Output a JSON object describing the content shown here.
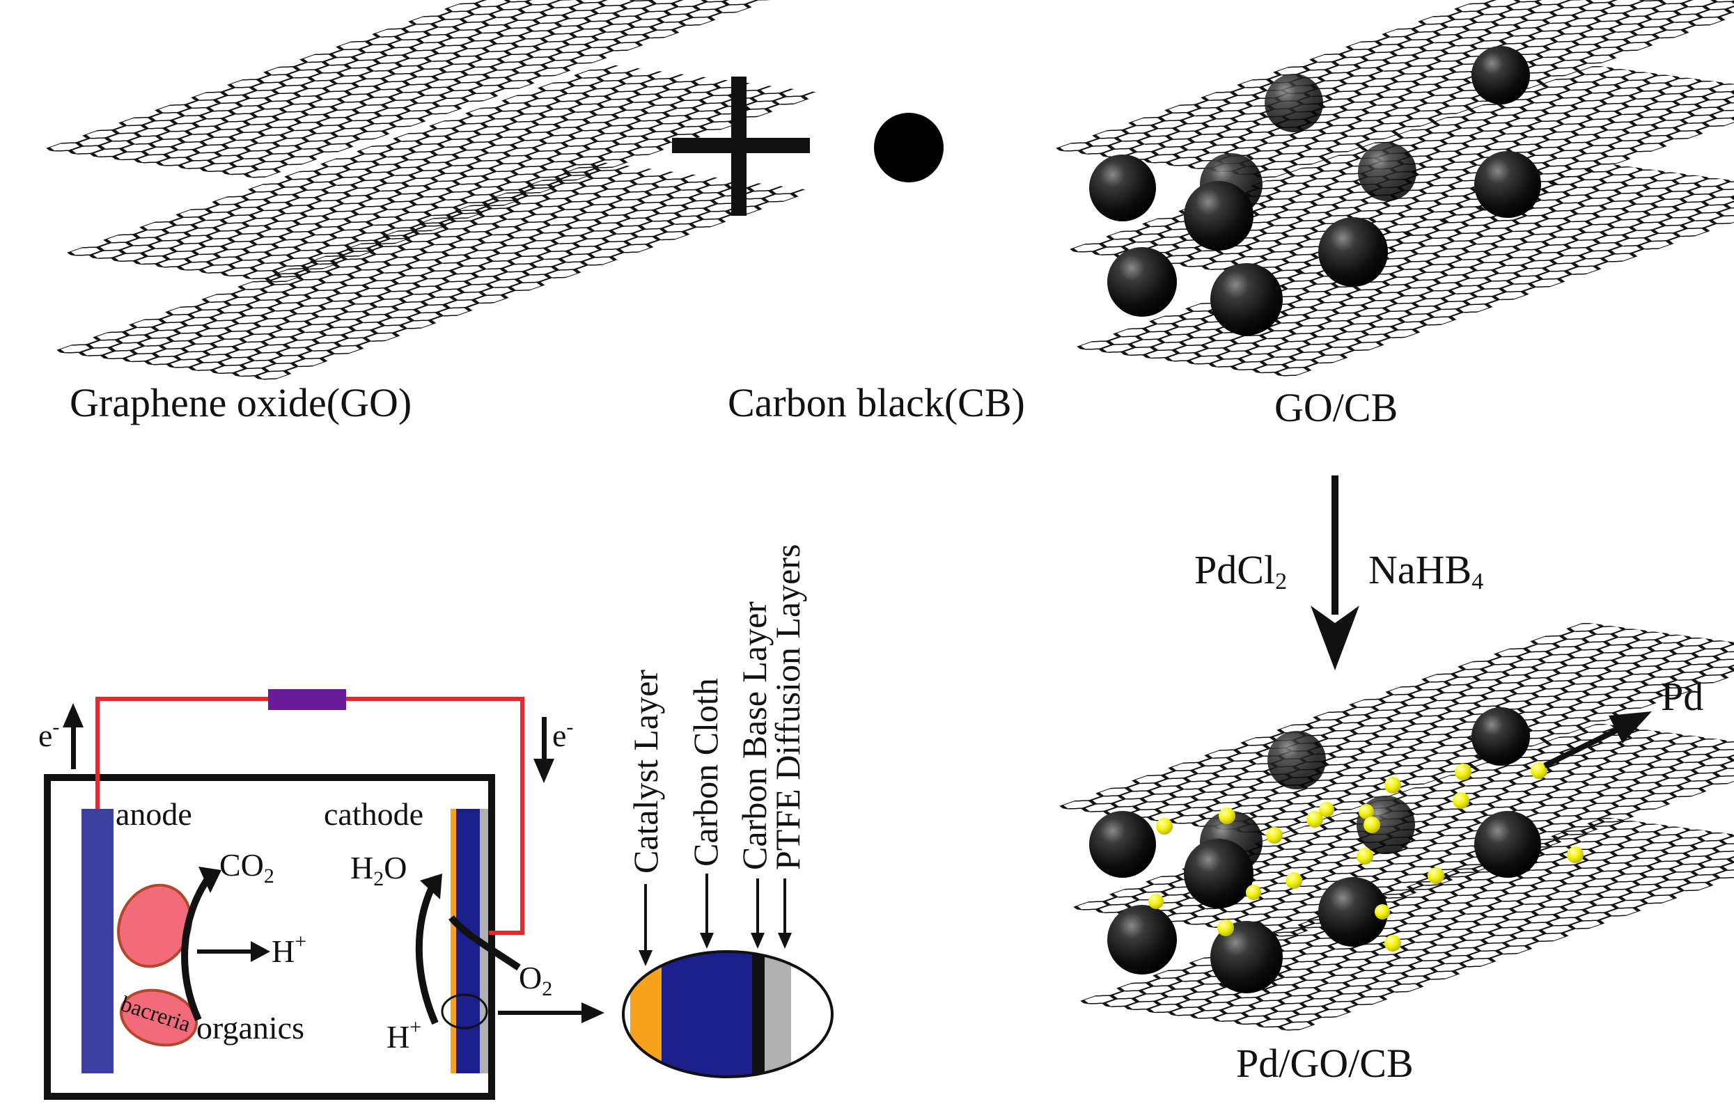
{
  "labels": {
    "graphene_oxide": "Graphene oxide(GO)",
    "carbon_black": "Carbon black(CB)",
    "go_cb": "GO/CB",
    "pd_go_cb": "Pd/GO/CB",
    "pd": "Pd",
    "pdcl2_main": "PdCl",
    "pdcl2_sub": "2",
    "nahb4_main": "NaHB",
    "nahb4_sub": "4"
  },
  "cell": {
    "anode": "anode",
    "cathode": "cathode",
    "electron": "e",
    "electron_sup": "-",
    "co2_main": "CO",
    "co2_sub": "2",
    "h_plus_main": "H",
    "h_plus_sup": "+",
    "h2o_h": "H",
    "h2o_sub": "2",
    "h2o_o": "O",
    "o2_main": "O",
    "o2_sub": "2",
    "bacteria": "bacreria",
    "organics": "organics"
  },
  "layers": {
    "catalyst": "Catalyst Layer",
    "cloth": "Carbon Cloth",
    "base": "Carbon Base Layer",
    "ptfe": "PTFE Diffusion Layers"
  },
  "colors": {
    "wire": "#e8272a",
    "resistor": "#6a1b9a",
    "electrode": "#3a3fa0",
    "cathode_blue": "#1a1f8c",
    "catalyst_orange": "#f7a21b",
    "bacteria_fill": "#f26b7a",
    "bacteria_stroke": "#b5462b",
    "pd_particle": "#f2f20a",
    "ptfe_gray": "#b0b0b0"
  }
}
